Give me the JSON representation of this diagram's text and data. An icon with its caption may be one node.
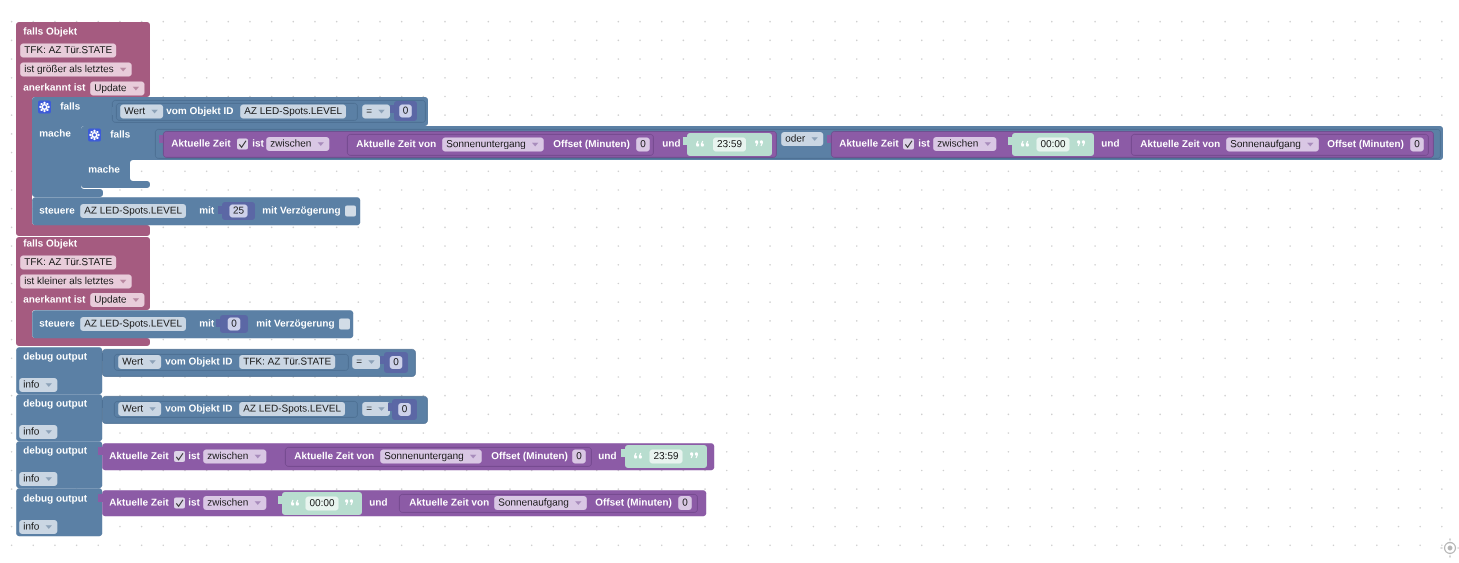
{
  "diagram": {
    "nodes": [
      {
        "text": [
          "falls Objekt",
          "anerkannt ist"
        ]
      },
      {
        "text": [
          "TFK: AZ Tür.STATE"
        ],
        "in": 0
      },
      {
        "text": [
          "ist größer als letztes"
        ],
        "in": 0
      },
      {
        "text": [
          "Update"
        ],
        "in": 0
      },
      {
        "text": [
          "falls",
          "mache"
        ]
      },
      {
        "text": [],
        "shape": "box",
        "in": 4
      },
      {
        "text": [
          "vom Objekt ID"
        ],
        "in": 5
      },
      {
        "text": [
          "Wert"
        ],
        "in": 6
      },
      {
        "text": [
          "AZ LED-Spots.LEVEL"
        ],
        "in": 6
      },
      {
        "text": [
          "="
        ],
        "in": 5
      },
      {
        "text": [
          "0"
        ],
        "in": 5
      },
      {
        "text": [
          "falls",
          "mache"
        ]
      },
      {
        "text": [],
        "shape": "box",
        "in": 11
      },
      {
        "text": [
          "Aktuelle Zeit",
          "ist",
          "und"
        ],
        "in": 12
      },
      {
        "text": [
          "zwischen"
        ],
        "in": 13
      },
      {
        "text": [
          "Aktuelle Zeit von",
          "Offset (Minuten)"
        ],
        "in": 13
      },
      {
        "text": [
          "Sonnenuntergang"
        ],
        "in": 15
      },
      {
        "text": [
          "0"
        ],
        "in": 15
      },
      {
        "text": [
          "23:59"
        ],
        "in": 13
      },
      {
        "text": [
          "oder"
        ],
        "in": 12
      },
      {
        "text": [
          "Aktuelle Zeit",
          "ist",
          "und"
        ],
        "in": 12
      },
      {
        "text": [
          "zwischen"
        ],
        "in": 20
      },
      {
        "text": [
          "00:00"
        ],
        "in": 20
      },
      {
        "text": [
          "Aktuelle Zeit von",
          "Offset (Minuten)"
        ],
        "in": 20
      },
      {
        "text": [
          "Sonnenaufgang"
        ],
        "in": 23
      },
      {
        "text": [
          "0"
        ],
        "in": 23
      },
      {
        "text": [
          "steuere",
          "mit",
          "mit Verzögerung"
        ]
      },
      {
        "text": [
          "AZ LED-Spots.LEVEL"
        ],
        "in": 26
      },
      {
        "text": [
          "25"
        ],
        "in": 26
      },
      {
        "text": [
          "falls Objekt",
          "anerkannt ist"
        ]
      },
      {
        "text": [
          "TFK: AZ Tür.STATE"
        ],
        "in": 29
      },
      {
        "text": [
          "ist kleiner als letztes"
        ],
        "in": 29
      },
      {
        "text": [
          "Update"
        ],
        "in": 29
      },
      {
        "text": [
          "steuere",
          "mit",
          "mit Verzögerung"
        ]
      },
      {
        "text": [
          "AZ LED-Spots.LEVEL"
        ],
        "in": 33
      },
      {
        "text": [
          "0"
        ],
        "in": 33
      },
      {
        "text": [
          "debug output"
        ]
      },
      {
        "text": [],
        "shape": "box"
      },
      {
        "text": [
          "vom Objekt ID"
        ],
        "in": 37
      },
      {
        "text": [
          "Wert"
        ],
        "in": 38
      },
      {
        "text": [
          "TFK: AZ Tür.STATE"
        ],
        "in": 38
      },
      {
        "text": [
          "="
        ],
        "in": 37
      },
      {
        "text": [
          "0"
        ],
        "in": 37
      },
      {
        "text": [
          "info"
        ],
        "in": 36
      },
      {
        "text": [
          "debug output"
        ]
      },
      {
        "text": [],
        "shape": "box"
      },
      {
        "text": [
          "vom Objekt ID"
        ],
        "in": 45
      },
      {
        "text": [
          "Wert"
        ],
        "in": 46
      },
      {
        "text": [
          "AZ LED-Spots.LEVEL"
        ],
        "in": 46
      },
      {
        "text": [
          "="
        ],
        "in": 45
      },
      {
        "text": [
          "0"
        ],
        "in": 45
      },
      {
        "text": [
          "info"
        ],
        "in": 44
      },
      {
        "text": [
          "debug output"
        ]
      },
      {
        "text": [
          "Aktuelle Zeit",
          "ist",
          "und"
        ]
      },
      {
        "text": [
          "zwischen"
        ],
        "in": 53
      },
      {
        "text": [
          "Aktuelle Zeit von",
          "Offset (Minuten)"
        ],
        "in": 53
      },
      {
        "text": [
          "Sonnenuntergang"
        ],
        "in": 55
      },
      {
        "text": [
          "0"
        ],
        "in": 55
      },
      {
        "text": [
          "23:59"
        ],
        "in": 53
      },
      {
        "text": [
          "info"
        ],
        "in": 52
      },
      {
        "text": [
          "debug output"
        ]
      },
      {
        "text": [
          "Aktuelle Zeit",
          "ist",
          "und"
        ]
      },
      {
        "text": [
          "zwischen"
        ],
        "in": 61
      },
      {
        "text": [
          "00:00"
        ],
        "in": 61
      },
      {
        "text": [
          "Aktuelle Zeit von",
          "Offset (Minuten)"
        ],
        "in": 61
      },
      {
        "text": [
          "Sonnenaufgang"
        ],
        "in": 64
      },
      {
        "text": [
          "0"
        ],
        "in": 64
      },
      {
        "text": [
          "info"
        ],
        "in": 60
      }
    ]
  }
}
